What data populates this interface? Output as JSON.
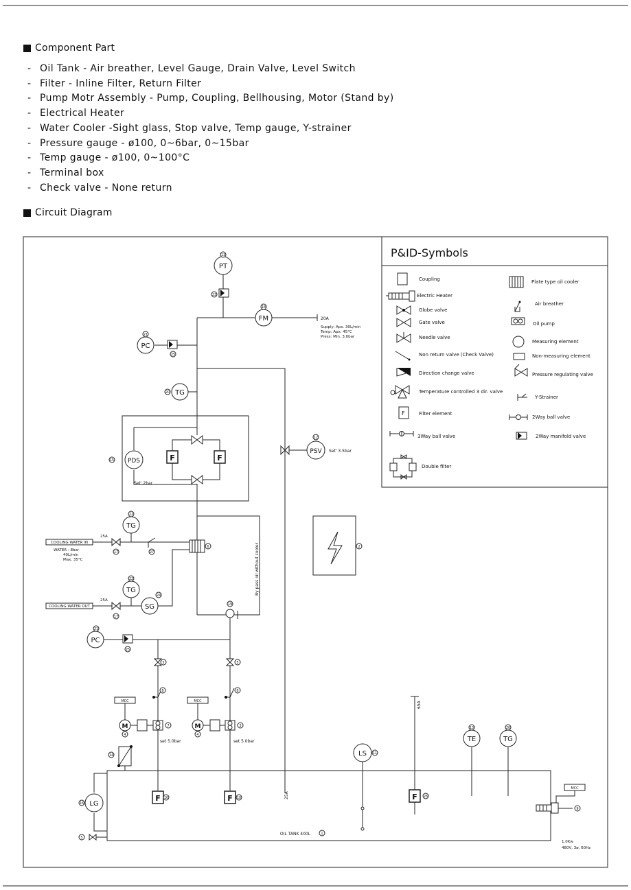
{
  "component_section": {
    "heading": "Component Part",
    "items": [
      "Oil Tank - Air breather, Level Gauge, Drain Valve, Level Switch",
      "Filter - Inline Filter, Return Filter",
      "Pump Motr Assembly - Pump, Coupling, Bellhousing, Motor (Stand by)",
      "Electrical Heater",
      "Water Cooler -Sight glass, Stop valve, Temp gauge, Y-strainer",
      "Pressure gauge - ø100, 0~6bar, 0~15bar",
      "Temp gauge - ø100, 0~100°C",
      "Terminal box",
      "Check valve - None return"
    ]
  },
  "circuit_section": {
    "heading": "Circuit Diagram"
  },
  "legend": {
    "title": "P&ID-Symbols",
    "left": [
      "Coupling",
      "Electric Heater",
      "Globe valve",
      "Gate valve",
      "Needle valve",
      "Non return valve (Check Valve)",
      "Direction change valve",
      "Temperature controlled 3 dir. valve",
      "Filter element",
      "3Way ball valve",
      "Double filter"
    ],
    "right": [
      "Plate type oil cooler",
      "Air breather",
      "Oil pump",
      "Measuring element",
      "Non-measuring element",
      "Pressure regulating valve",
      "Y-Strainer",
      "2Way ball valve",
      "2Way manifold valve"
    ]
  },
  "diagram": {
    "instruments": {
      "pt": "PT",
      "fm": "FM",
      "pc_top": "PC",
      "tg_mid": "TG",
      "pds": "PDS",
      "psv": "PSV",
      "tg_cool1": "TG",
      "tg_cool2": "TG",
      "sg": "SG",
      "pc_bot": "PC",
      "ls": "LS",
      "te": "TE",
      "tg_tank": "TG",
      "lg": "LG",
      "motor1": "M",
      "motor2": "M",
      "filter": "F",
      "mcc1": "MCC",
      "mcc2": "MCC",
      "mcc3": "MCC"
    },
    "tags": {
      "t13": "13",
      "t23": "23",
      "t18": "18",
      "t21": "21",
      "t25": "25",
      "t20": "20",
      "t15": "15",
      "t12": "12",
      "t2": "2",
      "t22a": "22",
      "t22b": "22",
      "t17a": "17",
      "t17b": "17",
      "t27": "27",
      "t6": "6",
      "t24": "24",
      "t19": "19",
      "t8a": "8",
      "t8b": "8",
      "t5a": "5",
      "t5b": "5",
      "t4a": "4",
      "t4b": "4",
      "t7": "7",
      "t3": "3",
      "t14": "14",
      "t10": "10",
      "t11": "11",
      "t16": "16",
      "t20b": "20",
      "t9": "9",
      "t1": "1",
      "t26": "26"
    },
    "labels": {
      "flow_size": "20A",
      "flow_supply": "Supply: Apx. 30L/min",
      "flow_temp": "Temp: Apx. 45°C",
      "flow_press": "Press: Min. 3.0bar",
      "psv_set": "Set' 3.5bar",
      "pds_set": "Set' 2bar",
      "cooling_in": "COOLING WATER IN",
      "cooling_out": "COOLING WATER OUT",
      "water_spec": "WATER : 8bar",
      "water_flow": "40L/min",
      "water_max": "Max. 35°C",
      "pipe_25a_1": "25A",
      "pipe_25a_2": "25A",
      "bypass": "By pass oil without cooler",
      "set5_1": "set 5.0bar",
      "set5_2": "set 5.0bar",
      "pipe_65a": "65A",
      "pipe_25a_v": "25A",
      "oil_tank": "OIL TANK 400L",
      "heater_kw": "1.0Kw",
      "heater_supply": "480V, 3ø, 60Hz"
    }
  },
  "colors": {
    "line": "#222222",
    "background": "#ffffff"
  }
}
